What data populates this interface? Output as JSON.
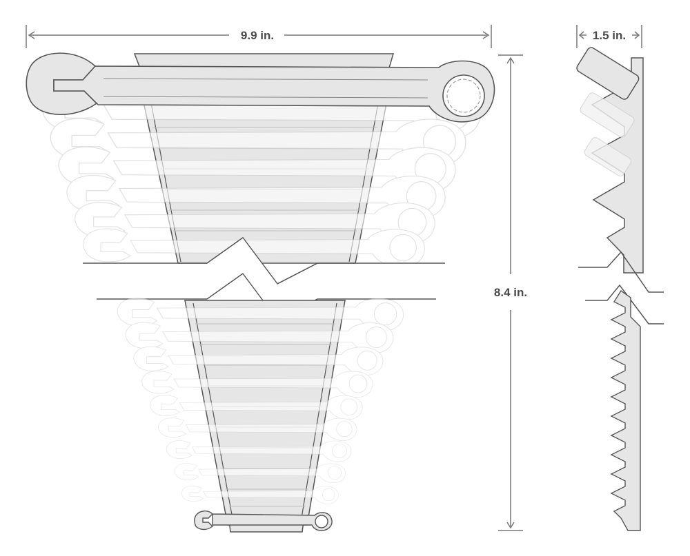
{
  "dimensions": {
    "width_label": "9.9 in.",
    "depth_label": "1.5 in.",
    "height_label": "8.4 in."
  },
  "colors": {
    "line": "#555555",
    "fill": "#e6e6e6",
    "dim": "#777777",
    "text": "#4a4a4a"
  }
}
